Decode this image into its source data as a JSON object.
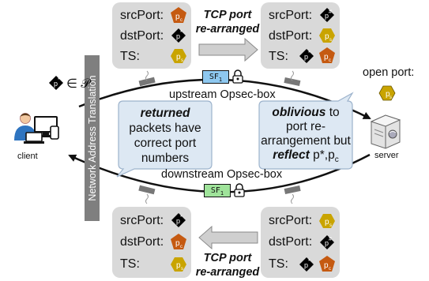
{
  "nat_label": "Network Address Translation",
  "client_label": "client",
  "server_label": "server",
  "open_port_label": "open port:",
  "open_port_symbol": "p",
  "open_port_sub": "s",
  "upstream_label": "upstream Opsec-box",
  "downstream_label": "downstream Opsec-box",
  "sf_up": "SF",
  "sf_up_sub": "1",
  "sf_down": "SF",
  "sf_down_sub": "1",
  "tcp_top": [
    "TCP port",
    "re-arranged"
  ],
  "tcp_bottom": [
    "TCP port",
    "re-arranged"
  ],
  "left_bubble": {
    "bold": "returned",
    "text": " packets have correct port numbers"
  },
  "right_bubble": {
    "bold1": "oblivious",
    "text1": " to port re-arrangement but ",
    "bold2": "reflect",
    "text2": " p*,p",
    "sub": "c"
  },
  "set_formula": {
    "in": "∈",
    "set": "𝒫"
  },
  "field_labels": {
    "src": "srcPort:",
    "dst": "dstPort:",
    "ts": "TS:"
  },
  "colors": {
    "arrow": "#111111",
    "box": "#d9d9d9",
    "gold": "#c9a400",
    "orange": "#c55a11",
    "black_diamond": "#000000",
    "bubble": "#dde8f3",
    "sf_fill": "#9fe39a"
  }
}
